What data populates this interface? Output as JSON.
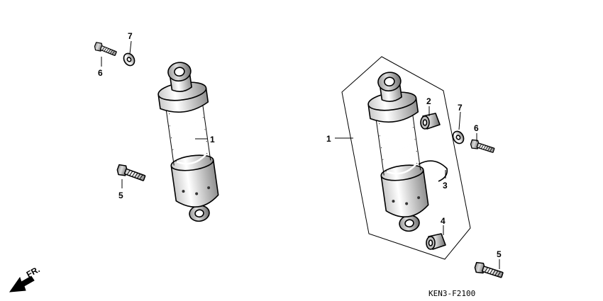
{
  "callouts": {
    "left_shock": "1",
    "left_bolt_upper": "6",
    "left_washer": "7",
    "left_bolt_lower": "5",
    "right_shock": "1",
    "right_collar_upper": "2",
    "right_clip": "3",
    "right_collar_lower": "4",
    "right_washer": "7",
    "right_bolt_upper": "6",
    "right_bolt_lower": "5"
  },
  "direction_label": "FR.",
  "diagram_code": "KEN3-F2100"
}
